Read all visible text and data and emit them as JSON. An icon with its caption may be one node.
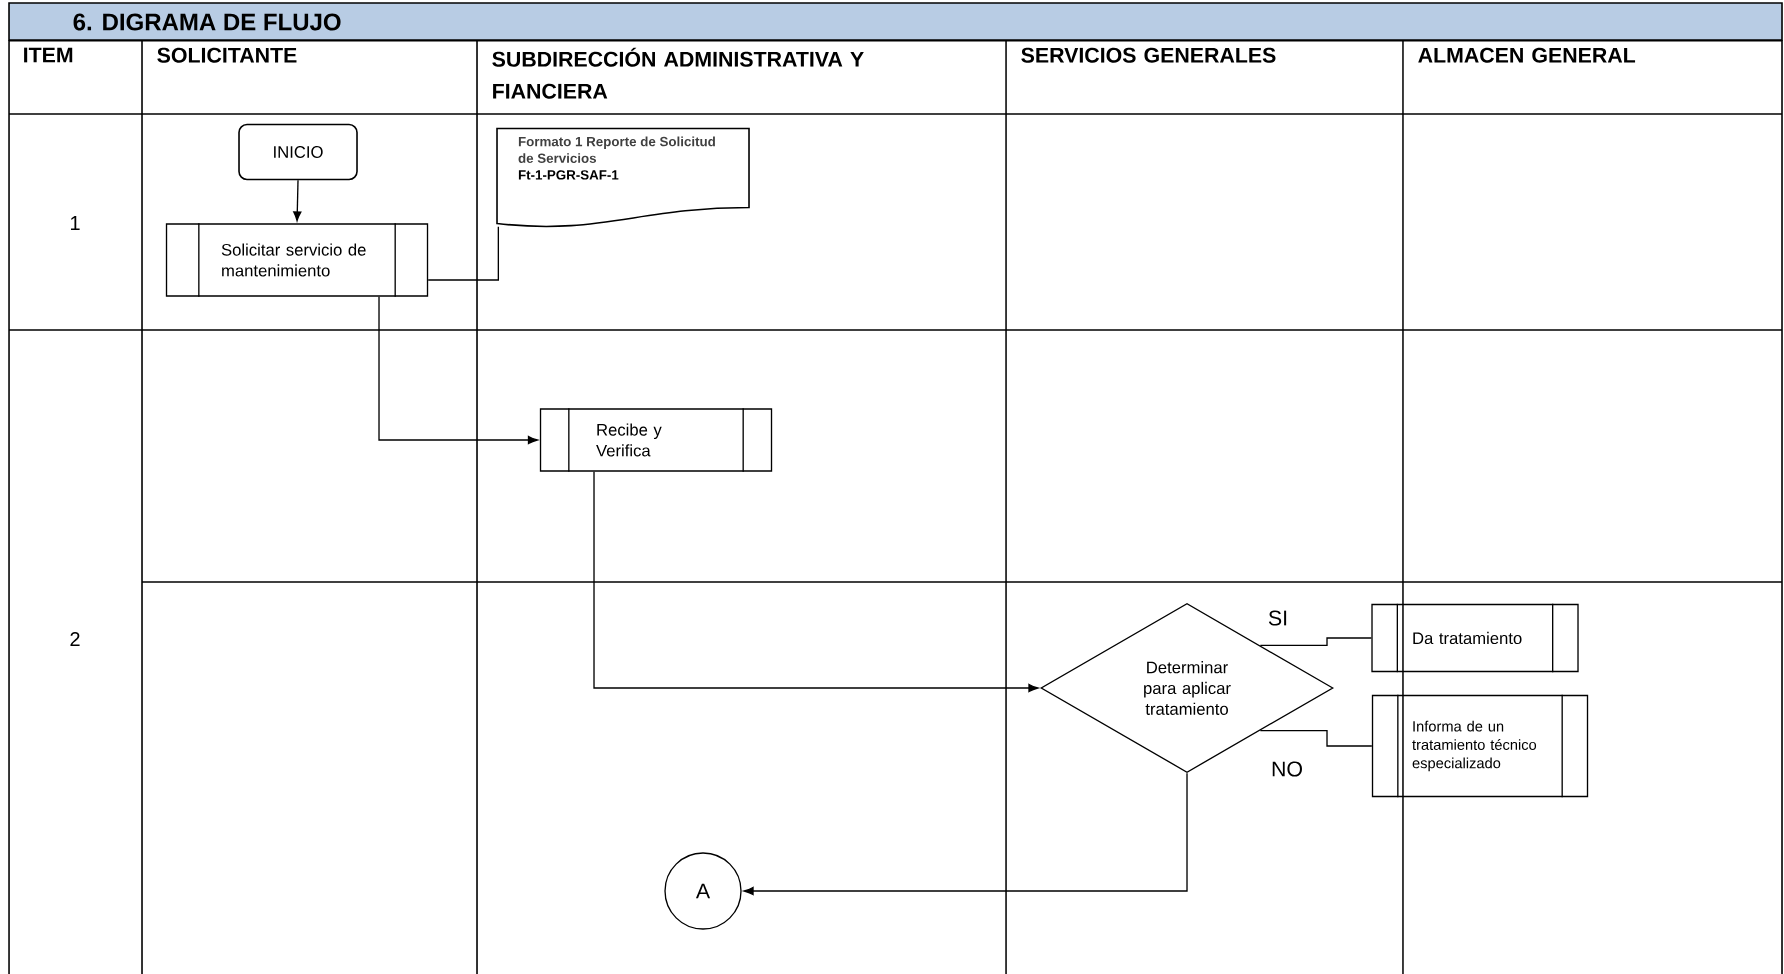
{
  "diagram": {
    "title": "6. DIGRAMA DE FLUJO",
    "nodes": [
      {
        "text": [
          "INICIO"
        ]
      },
      {
        "text": [
          "Solicitar servicio de mantenimiento"
        ]
      },
      {
        "text": [
          "Formato 1 Reporte de Solicitud de Servicios",
          "Ft-1-PGR-SAF-1"
        ]
      },
      {
        "text": [
          "Recibe y Verifica"
        ]
      },
      {
        "text": [
          "Determinar para aplicar tratamiento"
        ]
      },
      {
        "text": [
          "Da tratamiento"
        ]
      },
      {
        "text": [
          "Informa de un tratamiento técnico especializado"
        ]
      },
      {
        "text": [
          "A"
        ]
      }
    ],
    "edges": [
      {
        "from": 0,
        "to": 1,
        "arrow": "to"
      },
      {
        "from": 1,
        "to": 2,
        "arrow": "none"
      },
      {
        "from": 1,
        "to": 3,
        "arrow": "to"
      },
      {
        "from": 3,
        "to": 4,
        "arrow": "to"
      },
      {
        "from": 4,
        "to": 5,
        "arrow": "none",
        "label": "SI"
      },
      {
        "from": 4,
        "to": 6,
        "arrow": "none"
      },
      {
        "from": 4,
        "to": 7,
        "arrow": "to",
        "label": "NO"
      }
    ],
    "labels": [
      "ITEM",
      "SOLICITANTE",
      "SUBDIRECCIÓN ADMINISTRATIVA Y FIANCIERA",
      "SERVICIOS GENERALES",
      "ALMACEN GENERAL",
      "1",
      "2"
    ]
  }
}
